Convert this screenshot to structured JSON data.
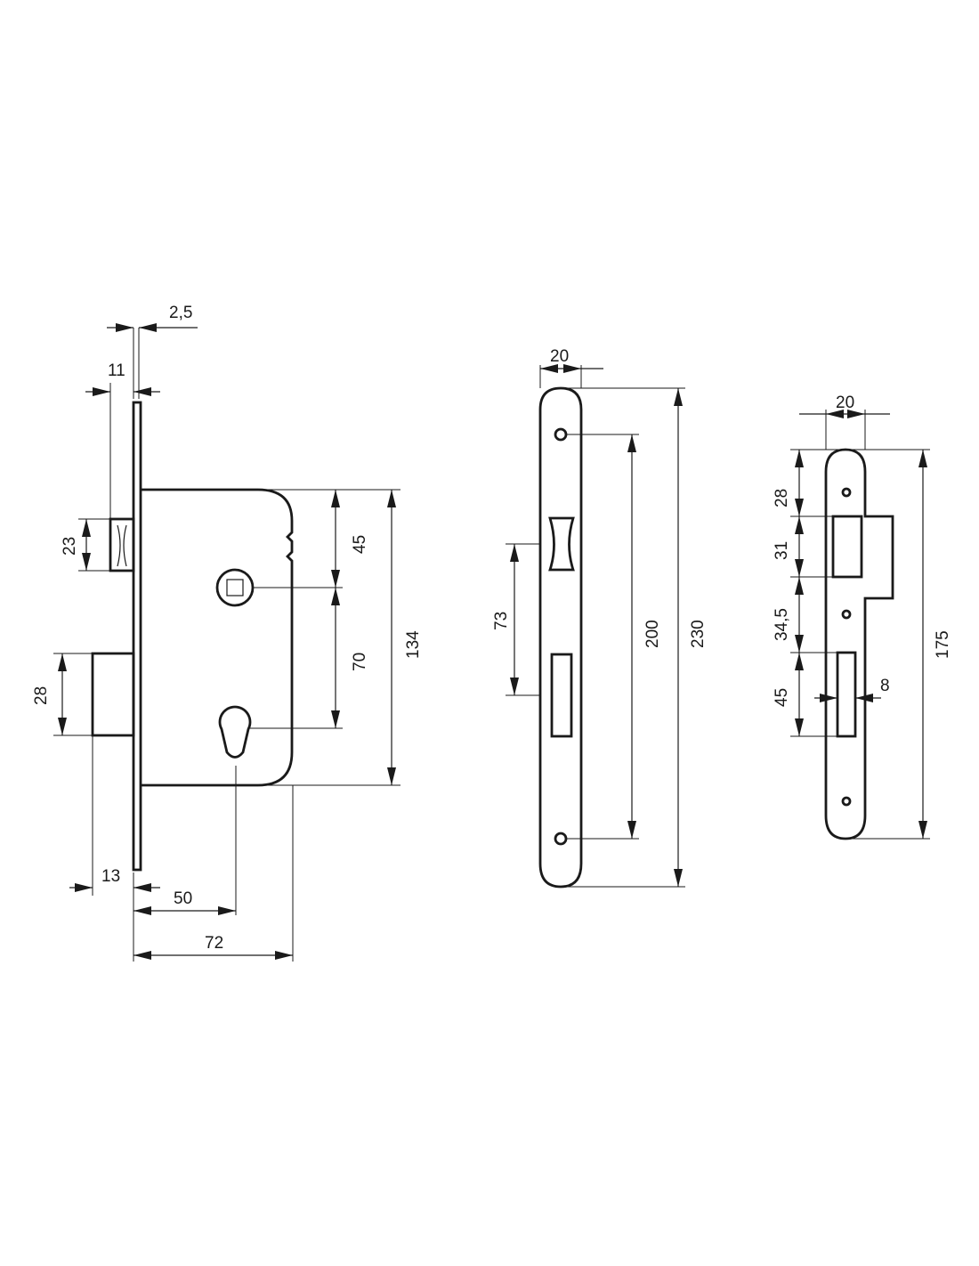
{
  "lock_body": {
    "dims": {
      "plate_thickness": "2,5",
      "latch_projection": "11",
      "latch_height": "23",
      "bolt_height": "28",
      "bolt_projection": "13",
      "backset": "50",
      "case_depth": "72",
      "follower_top": "45",
      "centre_distance": "70",
      "case_height": "134"
    }
  },
  "faceplate": {
    "dims": {
      "width": "20",
      "latch_window": "73",
      "fixing_centres": "200",
      "overall_height": "230"
    }
  },
  "strike_plate": {
    "dims": {
      "width": "20",
      "top_to_latch": "28",
      "latch_opening": "31",
      "gap": "34,5",
      "bolt_opening": "45",
      "bolt_width": "8",
      "overall_height": "175"
    }
  },
  "colors": {
    "line": "#1a1a1a",
    "background": "#ffffff"
  }
}
